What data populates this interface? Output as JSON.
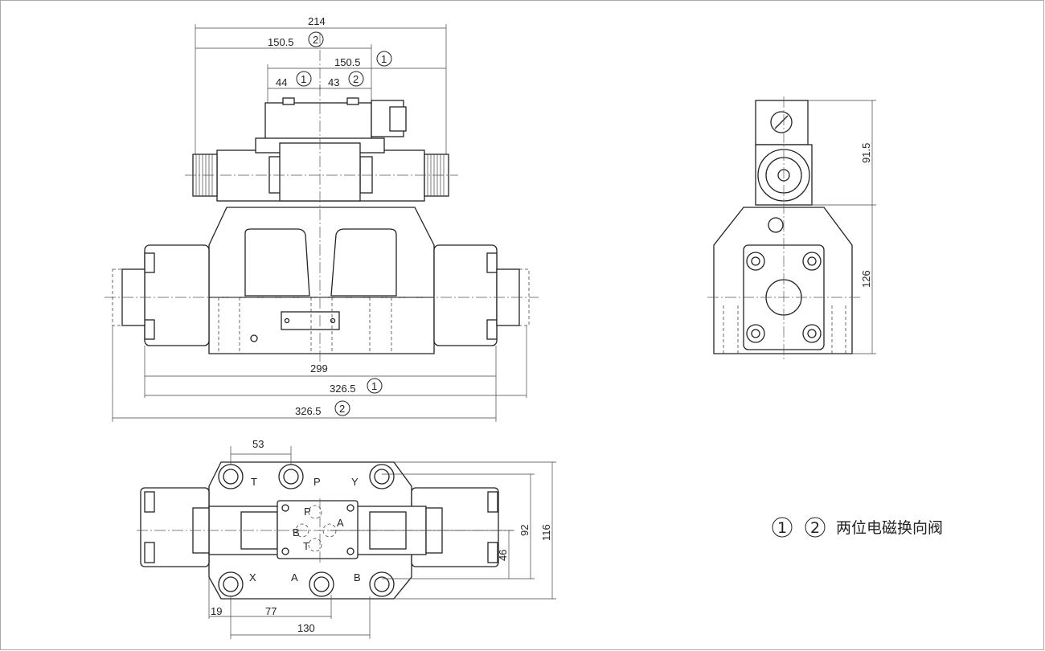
{
  "front_view": {
    "dim_total_width": "214",
    "dim_pilot_2": "150.5",
    "dim_pilot_1": "150.5",
    "dim_44": "44",
    "dim_43": "43",
    "dim_299": "299",
    "dim_326_1": "326.5",
    "dim_326_2": "326.5"
  },
  "side_view": {
    "dim_pilot_height": "91.5",
    "dim_body_height": "126"
  },
  "bottom_view": {
    "dim_53": "53",
    "dim_116": "116",
    "dim_92": "92",
    "dim_46": "46",
    "dim_19": "19",
    "dim_77": "77",
    "dim_130": "130",
    "ports": [
      "T",
      "P",
      "Y",
      "X",
      "A",
      "B"
    ],
    "pilot_ports": [
      "P",
      "A",
      "B",
      "T"
    ]
  },
  "markers": {
    "one": "1",
    "two": "2"
  },
  "legend": {
    "text": "两位电磁换向阀"
  }
}
